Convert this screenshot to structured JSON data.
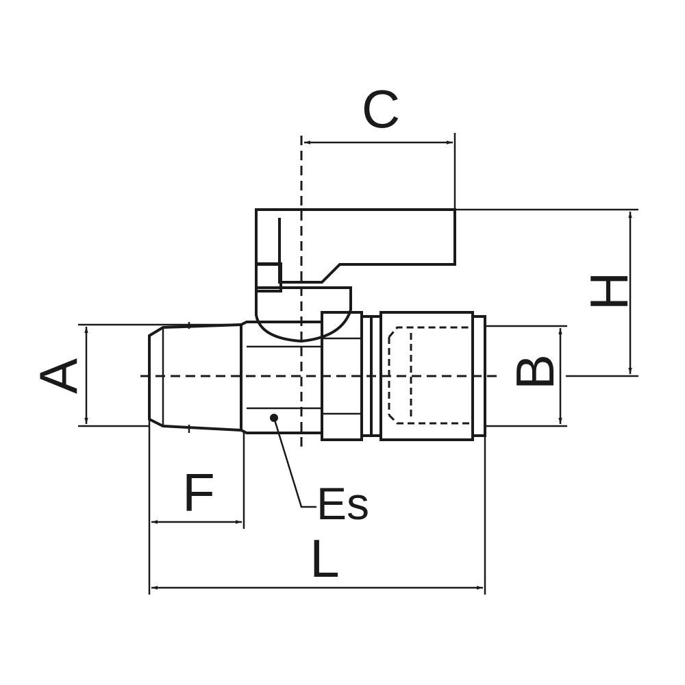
{
  "labels": {
    "A": "A",
    "B": "B",
    "C": "C",
    "F": "F",
    "H": "H",
    "L": "L",
    "Es": "Es"
  }
}
